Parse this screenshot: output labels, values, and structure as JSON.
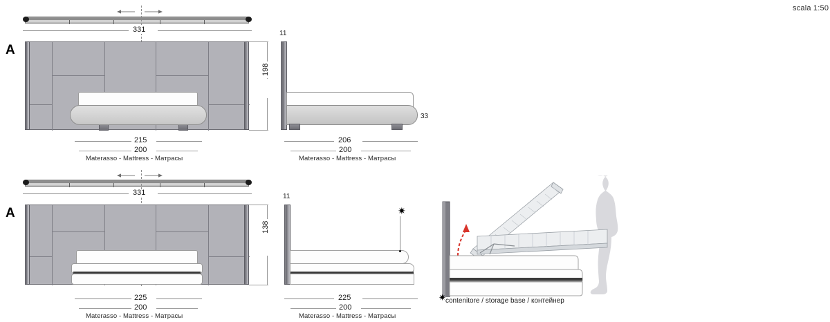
{
  "sheet": {
    "scale_label": "scala 1:50"
  },
  "views": [
    {
      "id": "upper",
      "letter": "A",
      "plan": {
        "width_dim": "331"
      },
      "elevation": {
        "height_dim": "198",
        "mattress_width_dim": "215",
        "mattress_inner_dim": "200",
        "mattress_caption": "Materasso - Mattress - Матрасы"
      },
      "side": {
        "headboard_thickness_dim": "11",
        "base_height_dim": "33",
        "length_dim": "206",
        "mattress_inner_dim": "200",
        "mattress_caption": "Materasso - Mattress - Матрасы"
      }
    },
    {
      "id": "lower",
      "letter": "A",
      "plan": {
        "width_dim": "331"
      },
      "elevation": {
        "height_dim": "138",
        "mattress_width_dim": "225",
        "mattress_inner_dim": "200",
        "mattress_caption": "Materasso - Mattress - Матрасы"
      },
      "side": {
        "headboard_thickness_dim": "11",
        "length_dim": "225",
        "mattress_inner_dim": "200",
        "mattress_caption": "Materasso - Mattress - Матрасы",
        "callout_mark": "✷"
      }
    }
  ],
  "footnote": {
    "mark": "✷",
    "text": "contenitore / storage base / контейнер"
  },
  "illustration": {
    "name": "storage-base-lift-illustration",
    "arrow_color": "#d8342b",
    "silhouette_color": "#d9d9dd"
  },
  "colors": {
    "panel_fill": "#b2b2b8",
    "line": "#7e7e86",
    "dim_line": "#8a8a8a",
    "ink": "#1a1a1a"
  }
}
